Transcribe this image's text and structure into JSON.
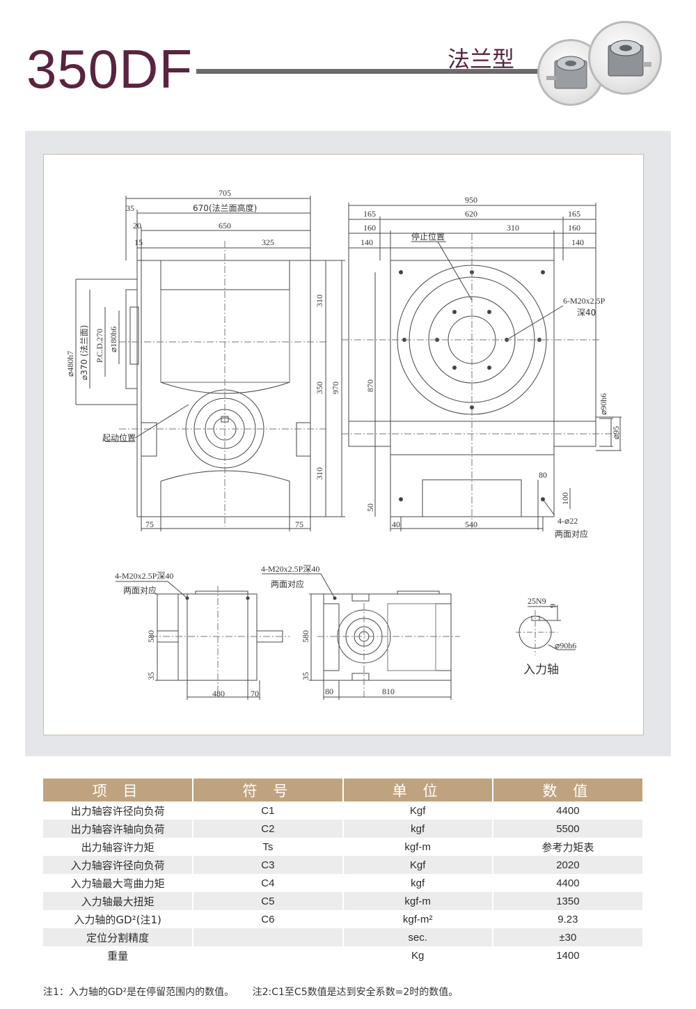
{
  "header": {
    "model": "350DF",
    "type_label": "法兰型"
  },
  "drawing": {
    "side_view": {
      "dims": [
        "705",
        "35",
        "670(法兰面高度)",
        "20",
        "650",
        "15",
        "325",
        "310",
        "350",
        "970",
        "310",
        "75",
        "75"
      ],
      "diameter_labels": [
        "⌀480h7",
        "⌀370 (法兰面)",
        "P.C.D.270",
        "⌀180h6"
      ],
      "start_label": "起动位置"
    },
    "front_view": {
      "dims": [
        "950",
        "165",
        "620",
        "165",
        "160",
        "310",
        "160",
        "140",
        "140",
        "870",
        "50",
        "80",
        "100",
        "40",
        "540"
      ],
      "stop_label": "停止位置",
      "tap_label": "6-M20x2.5P",
      "tap_depth": "深40",
      "shaft_labels": [
        "⌀90h6",
        "⌀95"
      ],
      "hole_label": "4-⌀22",
      "hole_note": "两面对应"
    },
    "bottom_left": {
      "tap_label": "4-M20x2.5P深40",
      "tap_note": "两面对应",
      "dims": [
        "580",
        "35",
        "480",
        "70"
      ]
    },
    "bottom_right": {
      "tap_label": "4-M20x2.5P深40",
      "tap_note": "两面对应",
      "dims": [
        "580",
        "35",
        "80",
        "810"
      ]
    },
    "shaft_detail": {
      "keyway": "25N9",
      "depth": "9",
      "diameter": "⌀90h6",
      "label": "入力轴"
    }
  },
  "table": {
    "headers": [
      "项 目",
      "符 号",
      "单 位",
      "数 值"
    ],
    "rows": [
      {
        "item": "出力轴容许径向负荷",
        "symbol": "C1",
        "unit": "Kgf",
        "value": "4400"
      },
      {
        "item": "出力轴容许轴向负荷",
        "symbol": "C2",
        "unit": "kgf",
        "value": "5500"
      },
      {
        "item": "出力轴容许力矩",
        "symbol": "Ts",
        "unit": "kgf-m",
        "value": "参考力矩表"
      },
      {
        "item": "入力轴容许径向负荷",
        "symbol": "C3",
        "unit": "Kgf",
        "value": "2020"
      },
      {
        "item": "入力轴最大弯曲力矩",
        "symbol": "C4",
        "unit": "kgf",
        "value": "4400"
      },
      {
        "item": "入力轴最大扭矩",
        "symbol": "C5",
        "unit": "kgf-m",
        "value": "1350"
      },
      {
        "item": "入力轴的GD²(注1)",
        "symbol": "C6",
        "unit": "kgf-m²",
        "value": "9.23"
      },
      {
        "item": "定位分割精度",
        "symbol": "",
        "unit": "sec.",
        "value": "±30"
      },
      {
        "item": "重量",
        "symbol": "",
        "unit": "Kg",
        "value": "1400"
      }
    ]
  },
  "notes": [
    "注1：入力轴的GD²是在停留范围内的数值。",
    "注2:C1至C5数值是达到安全系数=2时的数值。"
  ]
}
